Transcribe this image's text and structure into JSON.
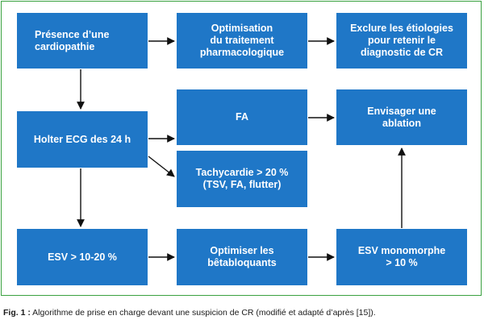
{
  "nodes": {
    "presence": "Présence d’une\ncardiopathie",
    "optimisation": "Optimisation\ndu traitement\npharmacologique",
    "exclure": "Exclure les étiologies\npour retenir le\ndiagnostic de CR",
    "holter": "Holter ECG des 24 h",
    "fa": "FA",
    "ablation": "Envisager une\nablation",
    "tachycardie": "Tachycardie > 20 %\n(TSV, FA, flutter)",
    "esv": "ESV > 10-20 %",
    "betabloquants": "Optimiser les\nbêtabloquants",
    "monomorphe": "ESV monomorphe\n> 10 %"
  },
  "caption": {
    "label": "Fig. 1 :",
    "text": " Algorithme de prise en charge devant une suspicion de CR (modifié et adapté d’après [15])."
  },
  "colors": {
    "box": "#1f77c7",
    "frame": "#3aa140",
    "arrow": "#111111"
  }
}
